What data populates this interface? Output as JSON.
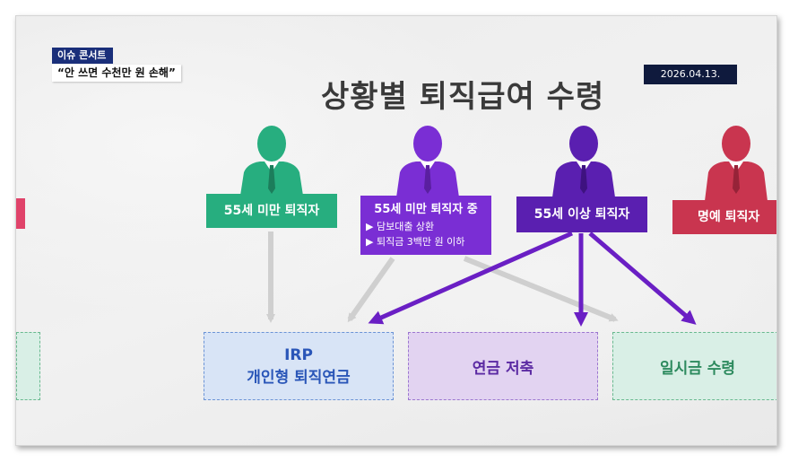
{
  "news": {
    "badge": "이슈 콘서트",
    "headline": "“안 쓰면 수천만 원 손해”",
    "date": "2026.04.13."
  },
  "diagram": {
    "title": "상황별 퇴직급여 수령",
    "people": [
      {
        "label": "55세 미만 퇴직자",
        "color": "#27ae7f"
      },
      {
        "label": "55세 미만 퇴직자 중",
        "color": "#7a2ed4",
        "conditions": [
          "▶ 담보대출 상환",
          "▶ 퇴직금 3백만 원 이하"
        ]
      },
      {
        "label": "55세 이상 퇴직자",
        "color": "#5a1fb0"
      },
      {
        "label": "명예 퇴직자",
        "color": "#c9354f"
      }
    ],
    "destinations": [
      {
        "line1": "IRP",
        "line2": "개인형 퇴직연금"
      },
      {
        "line1": "연금 저축"
      },
      {
        "line1": "일시금 수령"
      }
    ],
    "colors": {
      "arrow_active": "#6a1fc4",
      "arrow_faded": "#cfcfcf",
      "title": "#3a3a3a"
    }
  }
}
